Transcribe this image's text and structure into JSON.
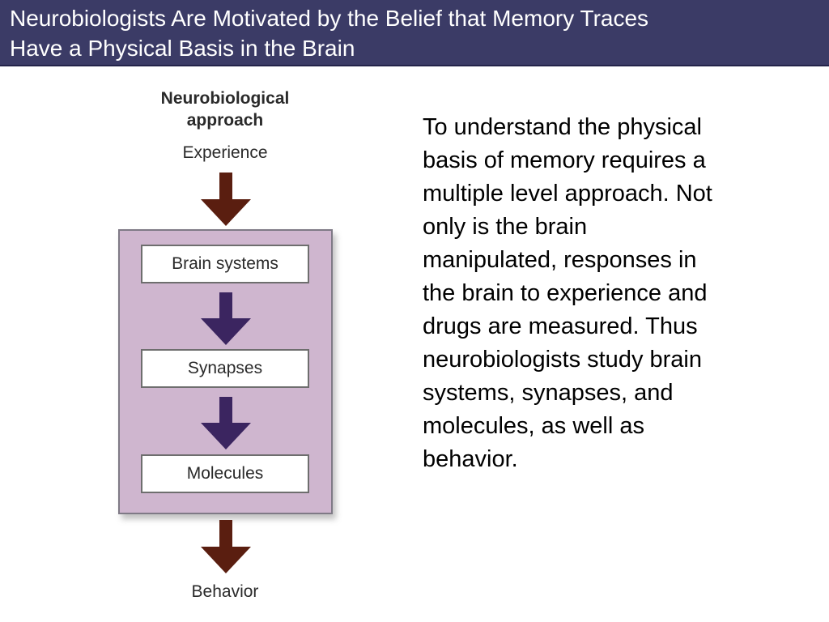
{
  "slide": {
    "title_lines": [
      "Neurobiologists Are Motivated by the Belief that Memory Traces",
      "Have a Physical Basis in the Brain"
    ],
    "body_lines": [
      "To understand the physical",
      "basis of memory requires a",
      "multiple level approach. Not",
      "only is the brain",
      "manipulated, responses in",
      "the brain to experience and",
      "drugs are measured. Thus",
      "neurobiologists study brain",
      "systems, synapses, and",
      "molecules, as well as",
      "behavior."
    ]
  },
  "diagram": {
    "heading_lines": [
      "Neurobiological",
      "approach"
    ],
    "input_label": "Experience",
    "levels": [
      "Brain systems",
      "Synapses",
      "Molecules"
    ],
    "output_label": "Behavior",
    "colors": {
      "title_bar": "#3b3b66",
      "panel_fill": "#cfb6cf",
      "outer_arrow": "#5a1e10",
      "inner_arrow": "#3b2560"
    }
  }
}
